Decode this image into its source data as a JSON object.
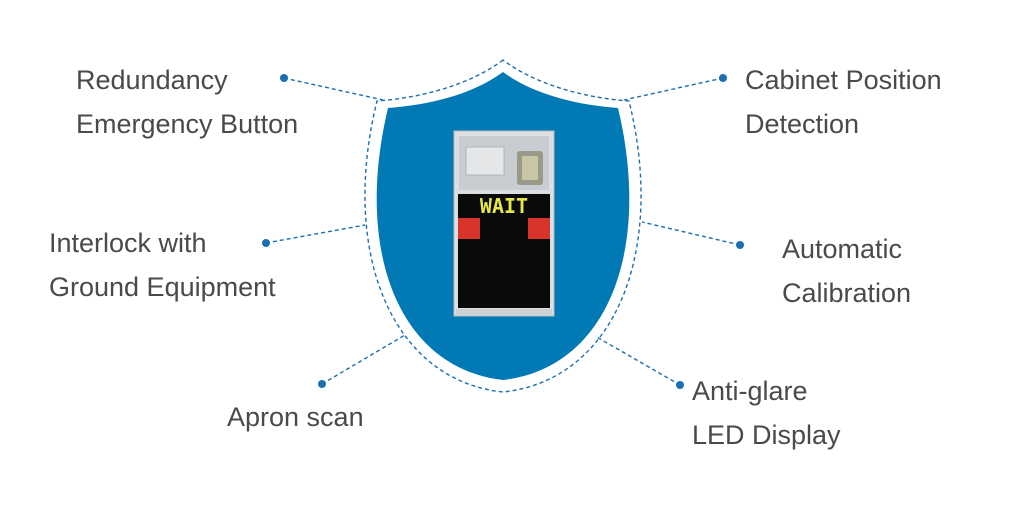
{
  "features": [
    {
      "id": "redundancy",
      "lines": [
        "Redundancy",
        "Emergency Button"
      ]
    },
    {
      "id": "cabinet",
      "lines": [
        "Cabinet Position",
        "Detection"
      ]
    },
    {
      "id": "interlock",
      "lines": [
        "Interlock with",
        "Ground Equipment"
      ]
    },
    {
      "id": "calibration",
      "lines": [
        "Automatic",
        "Calibration"
      ]
    },
    {
      "id": "apron",
      "lines": [
        "Apron scan"
      ]
    },
    {
      "id": "antiglare",
      "lines": [
        "Anti-glare",
        "LED Display"
      ]
    }
  ],
  "device": {
    "display_text": "WAIT"
  },
  "colors": {
    "shield": "#0079b5",
    "connector": "#1a6fb0",
    "led_text": "#e6e64a",
    "indicator": "#d8342c",
    "label_text": "#4a4a4a"
  }
}
